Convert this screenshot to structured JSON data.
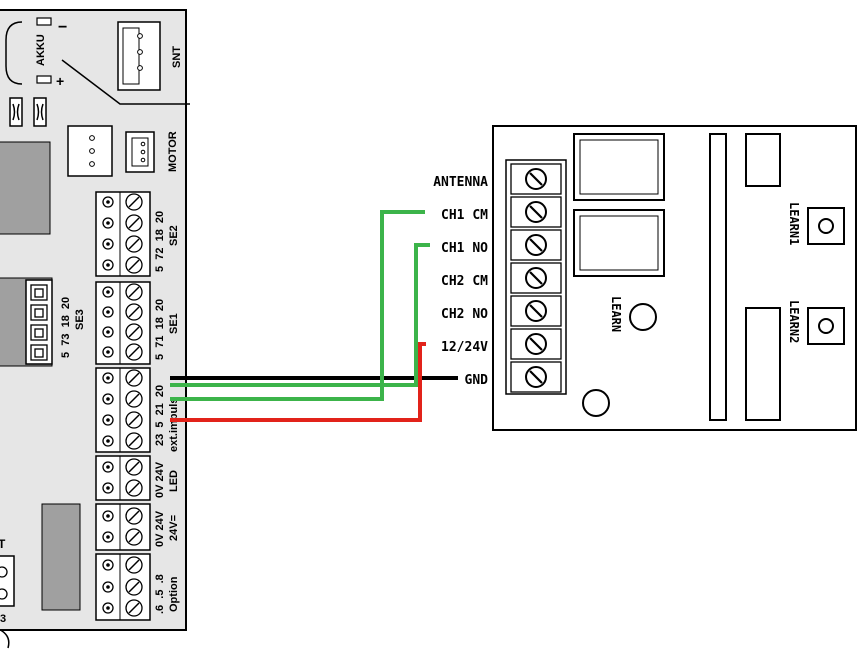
{
  "controller": {
    "akku": {
      "label": "AKKU",
      "minus": "−",
      "plus": "+"
    },
    "snt": "SNT",
    "motor": "MOTOR",
    "se2": {
      "pins": "5  72  18  20",
      "name": "SE2"
    },
    "se1": {
      "pins": "5  71  18  20",
      "name": "SE1"
    },
    "se3": {
      "pins": "5  73  18  20",
      "name": "SE3"
    },
    "extimpuls": {
      "pins": "23  5  21  20",
      "name": "ext.impuls"
    },
    "led": {
      "pins": "0V 24V",
      "name": "LED"
    },
    "v24": {
      "pins": "0V 24V",
      "name": "24V="
    },
    "option": {
      "pins": ".6  .5  .8",
      "name": "Option"
    },
    "edge_label_t": "T",
    "edge_label_3": "3"
  },
  "receiver": {
    "terminals": [
      "ANTENNA",
      "CH1 CM",
      "CH1 NO",
      "CH2 CM",
      "CH2 NO",
      "12/24V",
      "GND"
    ],
    "learn": "LEARN",
    "learn1": "LEARN1",
    "learn2": "LEARN2"
  },
  "wires": {
    "black": "#000000",
    "green": "#3cb44a",
    "red": "#e2231a"
  },
  "colors": {
    "panel": "#e6e6e6",
    "dark_box": "#a0a0a0"
  }
}
